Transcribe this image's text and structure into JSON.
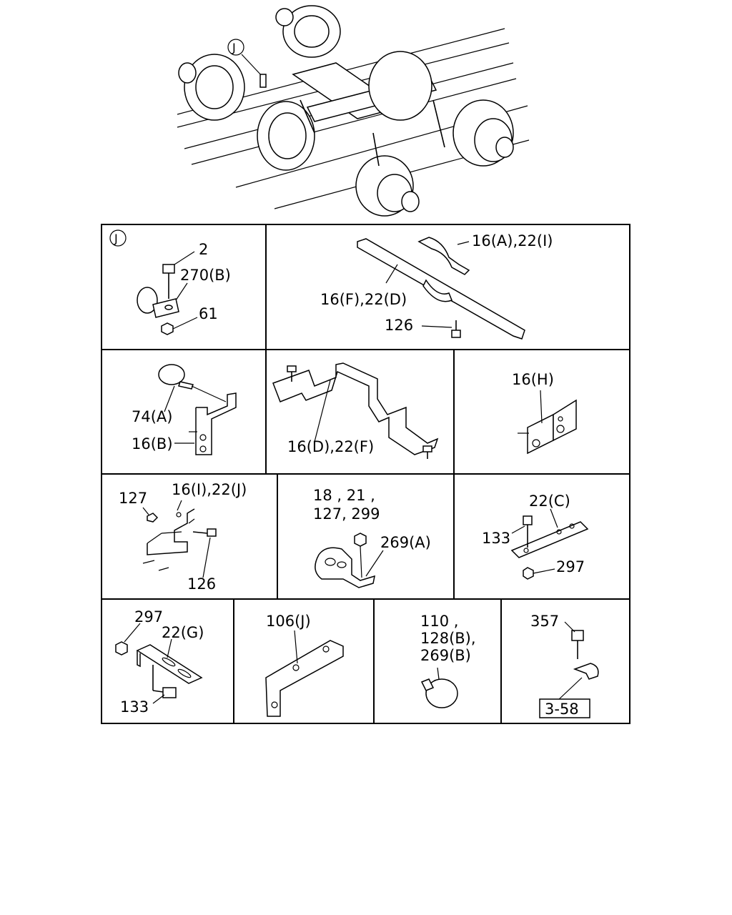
{
  "overview": {
    "ref_marker": "J"
  },
  "cells": {
    "j_clip": {
      "marker": "J",
      "labels": [
        "2",
        "270(B)",
        "61"
      ]
    },
    "long_bracket": {
      "labels": [
        "16(A),22(I)",
        "16(F),22(D)",
        "126"
      ]
    },
    "l_bracket_clamp": {
      "labels": [
        "74(A)",
        "16(B)"
      ]
    },
    "stepped_bracket": {
      "labels": [
        "16(D),22(F)"
      ]
    },
    "angle_plate": {
      "labels": [
        "16(H)"
      ]
    },
    "double_bracket": {
      "labels": [
        "127",
        "16(I),22(J)",
        "126"
      ]
    },
    "rubber_mount": {
      "labels": [
        "18 , 21 ,",
        "127, 299",
        "269(A)"
      ]
    },
    "flat_plate": {
      "labels": [
        "22(C)",
        "133",
        "297"
      ]
    },
    "slotted_bracket": {
      "labels": [
        "297",
        "22(G)",
        "133"
      ]
    },
    "l_plate": {
      "labels": [
        "106(J)"
      ]
    },
    "hose_clamp": {
      "labels": [
        "110 ,",
        "128(B),",
        "269(B)"
      ]
    },
    "p_clip": {
      "labels": [
        "357"
      ],
      "page_ref": "3-58"
    }
  }
}
